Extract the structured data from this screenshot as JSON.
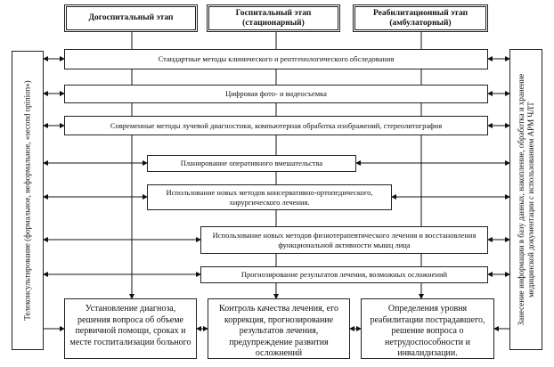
{
  "headers": [
    "Догоспитальный этап",
    "Госпитальный этап\n(стационарный)",
    "Реабилитационный этап\n(амбулаторный)"
  ],
  "rows": [
    "Стандартные методы клинического и рентгенологического обследования",
    "Цифровая фото- и видеосъемка",
    "Современные методы лучевой диагностики, компьютерная обработка изображений, стереолитография",
    "Планирование оперативного вмешательства",
    "Использование новых методов консервативно-ортопедического, хирургического лечения.",
    "Использование новых методов физиотерапевтического лечения и восстановления функциональной активности мышц лица",
    "Прогнозирование результатов лечения, возможных осложнений"
  ],
  "outcomes": [
    "Установление диагноза, решения вопроса об объеме первичной помощи, сроках и месте госпитализации больного",
    "Контроль качества лечения, его коррекция, прогнозирование результатов лечения, предупреждение развития осложнений",
    "Определения уровня реабилитации пострадавшего, решение вопроса о нетрудоспособности и инвалидизации."
  ],
  "left_panel": "Телеконсультирование (формальное, неформальное, «second opinion»)",
  "right_panel": "Занесение информации в базу данных, накопление, обработка и хранение медицинской документации с использованием АРМ ЧЛТ"
}
